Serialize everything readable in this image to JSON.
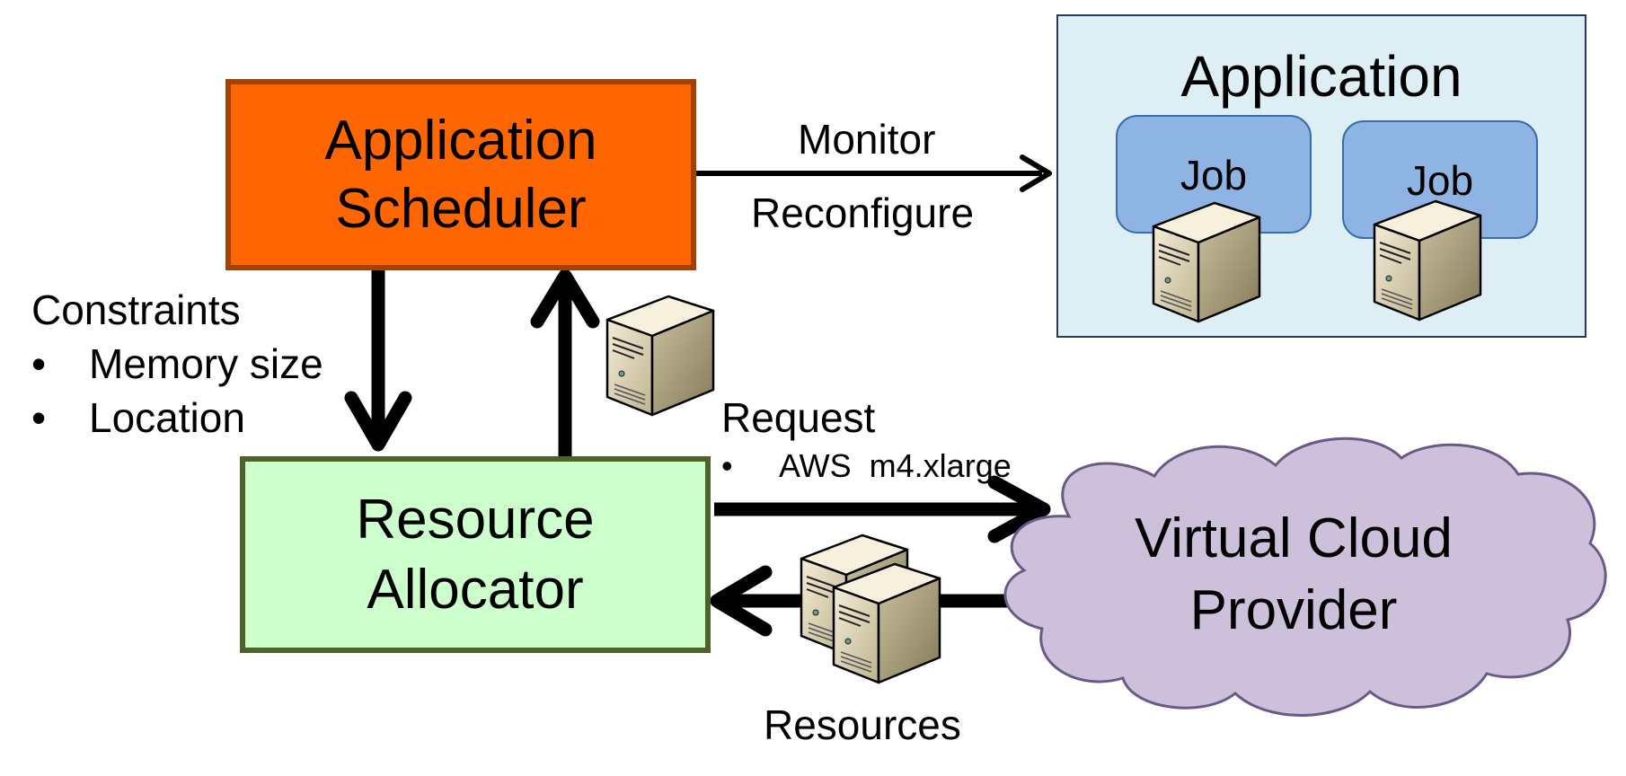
{
  "scheduler": {
    "line1": "Application",
    "line2": "Scheduler"
  },
  "allocator": {
    "line1": "Resource",
    "line2": "Allocator"
  },
  "application": {
    "title": "Application",
    "jobs": [
      {
        "label": "Job"
      },
      {
        "label": "Job"
      }
    ]
  },
  "monitor_link": {
    "label_top": "Monitor",
    "label_bottom": "Reconfigure"
  },
  "constraints": {
    "title": "Constraints",
    "items": [
      {
        "bullet": "•",
        "text": "Memory size"
      },
      {
        "bullet": "•",
        "text": "Location"
      }
    ]
  },
  "request": {
    "title": "Request",
    "items": [
      {
        "bullet": "•",
        "text": "AWS  m4.xlarge"
      }
    ]
  },
  "cloud": {
    "line1": "Virtual Cloud",
    "line2": "Provider"
  },
  "resources_label": "Resources",
  "colors": {
    "scheduler_fill": "#ff6600",
    "allocator_fill": "#ccffcc",
    "application_fill": "#ddeef4",
    "job_fill": "#8eb4e3",
    "cloud_fill": "#ccc0da"
  },
  "icons": [
    "server-icon"
  ]
}
